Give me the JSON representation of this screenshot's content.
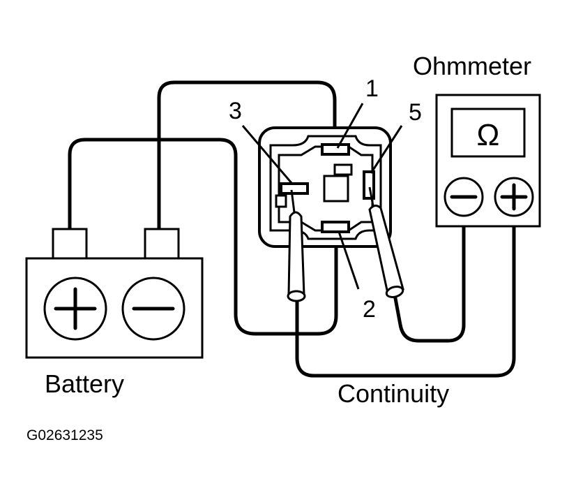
{
  "labels": {
    "ohmmeter": "Ohmmeter",
    "battery": "Battery",
    "continuity": "Continuity",
    "figure_code": "G02631235"
  },
  "terminals": {
    "t1": "1",
    "t2": "2",
    "t3": "3",
    "t5": "5"
  },
  "symbols": {
    "ohm": "Ω",
    "minus": "−",
    "plus": "+"
  },
  "colors": {
    "ink": "#000000",
    "paper": "#ffffff"
  }
}
